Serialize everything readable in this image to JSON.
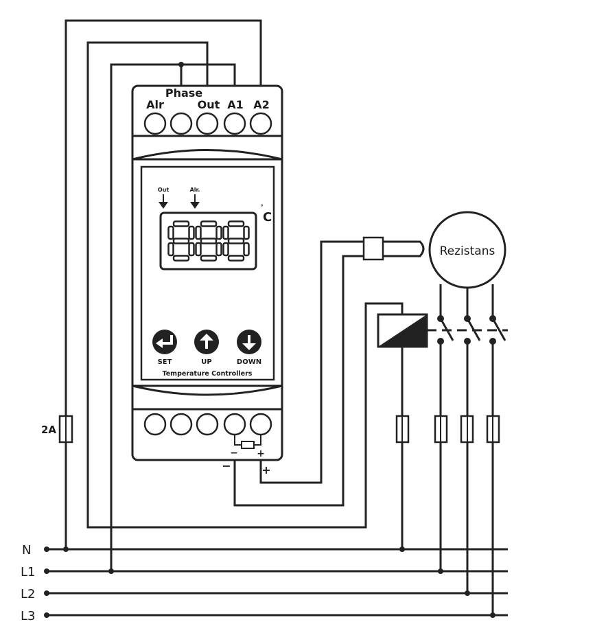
{
  "terminals_top": {
    "phase": "Phase",
    "alr": "Alr",
    "out": "Out",
    "a1": "A1",
    "a2": "A2"
  },
  "display": {
    "digits": "888",
    "unit_degree": "°",
    "unit_c": "C",
    "out_indicator": "Out",
    "alr_indicator": "Alr."
  },
  "buttons": {
    "set": "SET",
    "up": "UP",
    "down": "DOWN"
  },
  "device_caption": "Temperature Controllers",
  "sensor_polarity": {
    "minus": "−",
    "plus": "+"
  },
  "load": "Rezistans",
  "fuse_label": "2A",
  "bus_lines": [
    "N",
    "L1",
    "L2",
    "L3"
  ],
  "icons": [
    "enter-arrow-icon",
    "up-arrow-icon",
    "down-arrow-icon",
    "down-pointer-icon"
  ]
}
